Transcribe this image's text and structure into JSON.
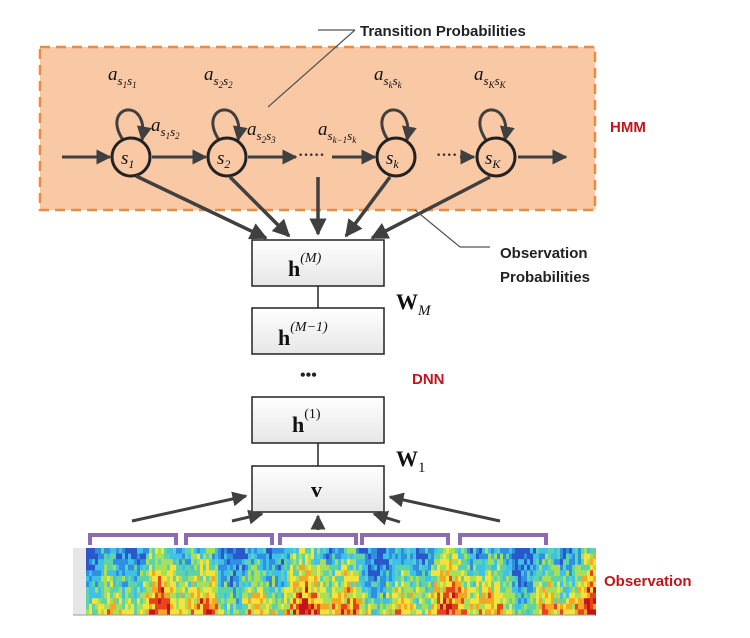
{
  "labels": {
    "transition": "Transition Probabilities",
    "hmm": "HMM",
    "observation_prob_line1": "Observation",
    "observation_prob_line2": "Probabilities",
    "dnn": "DNN",
    "observation": "Observation",
    "dots_between_layers": "•••",
    "dots_chain_a": "·····",
    "dots_chain_b": "····"
  },
  "states": [
    {
      "base": "s",
      "sub": "1"
    },
    {
      "base": "s",
      "sub": "2"
    },
    {
      "base": "s",
      "sub": "k"
    },
    {
      "base": "s",
      "sub": "K"
    }
  ],
  "self_transitions": [
    {
      "base": "a",
      "sub": "s",
      "s1": "1",
      "sub2": "s",
      "s2": "1"
    },
    {
      "base": "a",
      "sub": "s",
      "s1": "2",
      "sub2": "s",
      "s2": "2"
    },
    {
      "base": "a",
      "sub": "s",
      "s1": "k",
      "sub2": "s",
      "s2": "k"
    },
    {
      "base": "a",
      "sub": "s",
      "s1": "K",
      "sub2": "s",
      "s2": "K"
    }
  ],
  "forward_transitions": [
    {
      "base": "a",
      "sub": "s",
      "s1": "1",
      "sub2": "s",
      "s2": "2"
    },
    {
      "base": "a",
      "sub": "s",
      "s1": "2",
      "sub2": "s",
      "s2": "3"
    },
    {
      "base": "a",
      "sub": "s",
      "s1": "k−1",
      "sub2": "s",
      "s2": "k"
    }
  ],
  "layers": [
    {
      "base": "h",
      "sup": "(M)"
    },
    {
      "base": "h",
      "sup": "(M−1)"
    },
    {
      "base": "h",
      "sup": "(1)"
    },
    {
      "base": "v",
      "sup": ""
    }
  ],
  "weights": [
    {
      "base": "W",
      "sub": "M"
    },
    {
      "base": "W",
      "sub": "1"
    }
  ],
  "colors": {
    "hmm_fill": "#f9c9a6",
    "hmm_border": "#f08a3c",
    "label_red": "#c0161b",
    "arrow": "#404040",
    "layer_fill": "#efefef",
    "bracket": "#8c6bb1"
  }
}
